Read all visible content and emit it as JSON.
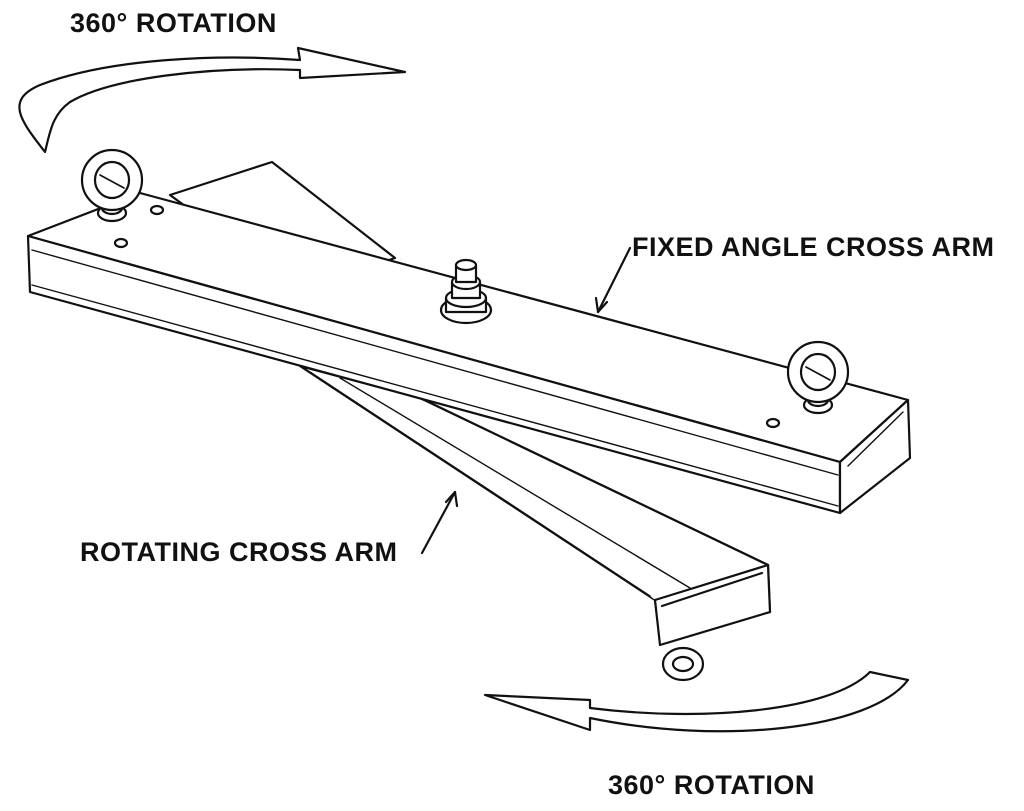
{
  "labels": {
    "top_rotation": "360° ROTATION",
    "bottom_rotation": "360° ROTATION",
    "fixed_arm": "FIXED ANGLE CROSS ARM",
    "rotating_arm": "ROTATING CROSS ARM"
  },
  "colors": {
    "line": "#111111",
    "fill": "#ffffff"
  }
}
